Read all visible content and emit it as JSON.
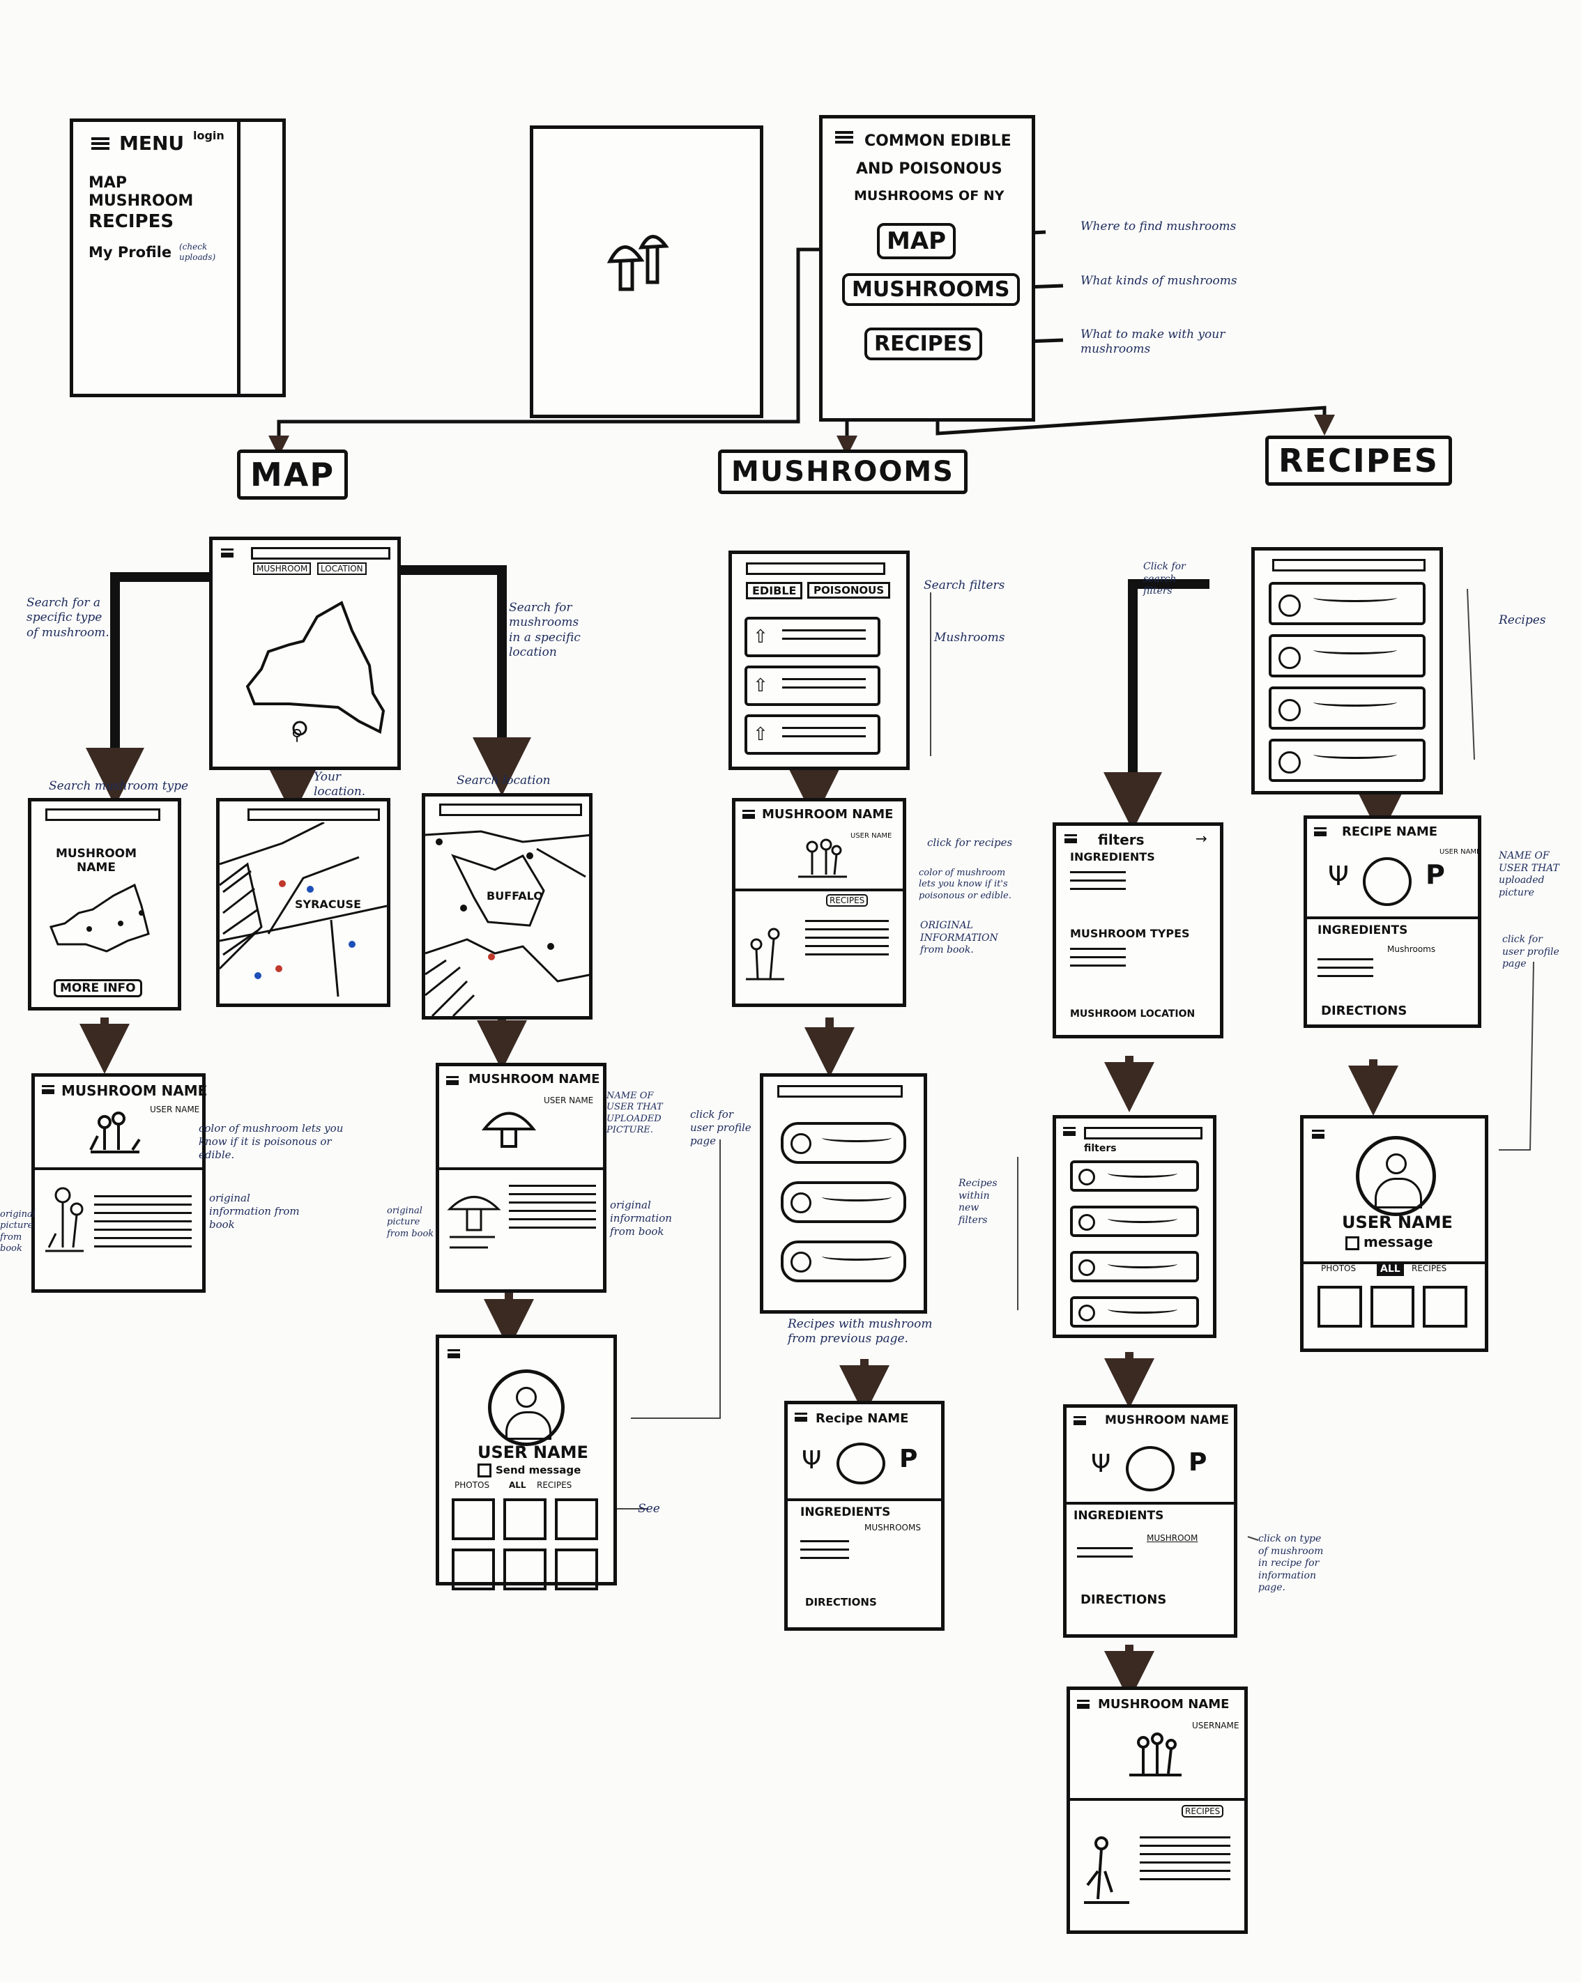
{
  "menu": {
    "title": "MENU",
    "login": "login",
    "items": [
      "MAP",
      "MUSHROOM",
      "RECIPES",
      "My Profile"
    ],
    "profile_note": "(check uploads)"
  },
  "home": {
    "title_lines": [
      "COMMON EDIBLE",
      "AND POISONOUS",
      "MUSHROOMS OF NY"
    ],
    "buttons": [
      "MAP",
      "MUSHROOMS",
      "RECIPES"
    ]
  },
  "home_notes": [
    "Where to find mushrooms",
    "What kinds of mushrooms",
    "What to make with your mushrooms"
  ],
  "sections": [
    "MAP",
    "MUSHROOMS",
    "RECIPES"
  ],
  "map": {
    "tabs": [
      "MUSHROOM",
      "LOCATION"
    ],
    "notes": {
      "left": "Search for a specific type of mushroom.",
      "right": "Search for mushrooms in a specific location",
      "search_type": "Search mushroom type",
      "your_location": "Your location.",
      "search_location": "Search location"
    },
    "type_screen": {
      "title": "MUSHROOM NAME",
      "button": "MORE INFO"
    },
    "city1": "SYRACUSE",
    "city2": "BUFFALO",
    "detail_left": {
      "title": "MUSHROOM NAME",
      "user": "USER NAME",
      "note_color": "color of mushroom lets you know if it is poisonous or edible.",
      "note_info": "original information from book",
      "note_pic": "original picture from book"
    },
    "detail_right": {
      "title": "MUSHROOM NAME",
      "user": "USER NAME",
      "note_user": "NAME OF USER THAT UPLOADED PICTURE.",
      "note_click": "click for user profile page",
      "note_pic": "original picture from book",
      "note_info": "original information from book"
    },
    "profile": {
      "name": "USER NAME",
      "message": "Send message",
      "tabs": [
        "PHOTOS",
        "ALL",
        "RECIPES"
      ],
      "note": "See"
    }
  },
  "mushrooms": {
    "filters": [
      "EDIBLE",
      "POISONOUS"
    ],
    "note_filters": "Search filters",
    "note_list": "Mushrooms",
    "detail": {
      "title": "MUSHROOM NAME",
      "user": "USER NAME",
      "recipes": "RECIPES",
      "note_click": "click for recipes",
      "note_color": "color of mushroom lets you know if it's poisonous or edible.",
      "note_info": "ORIGINAL INFORMATION from book."
    },
    "note_recipes": "Recipes with mushroom from previous page.",
    "recipe": {
      "title": "Recipe NAME",
      "ingredients": "INGREDIENTS",
      "mushrooms": "MUSHROOMS",
      "directions": "DIRECTIONS"
    }
  },
  "recipes": {
    "note_filters": "Click for search filters",
    "note_list": "Recipes",
    "filters": {
      "title": "filters",
      "groups": [
        "INGREDIENTS",
        "MUSHROOM TYPES",
        "MUSHROOM LOCATION"
      ]
    },
    "detail": {
      "title": "RECIPE NAME",
      "user": "USER NAME",
      "ingredients": "INGREDIENTS",
      "mushrooms": "Mushrooms",
      "directions": "DIRECTIONS",
      "note_user": "NAME OF USER THAT uploaded picture",
      "note_click": "click for user profile page"
    },
    "profile": {
      "name": "USER NAME",
      "message": "message",
      "tabs": [
        "PHOTOS",
        "ALL",
        "RECIPES"
      ]
    },
    "filtered": {
      "title": "filters",
      "note": "Recipes within new filters"
    },
    "mush_recipe": {
      "title": "MUSHROOM NAME",
      "ingredients": "INGREDIENTS",
      "mushroom": "MUSHROOM",
      "directions": "DIRECTIONS",
      "note": "click on type of mushroom in recipe for information page."
    },
    "final": {
      "title": "MUSHROOM NAME",
      "user": "USERNAME",
      "recipes": "RECIPES"
    }
  }
}
